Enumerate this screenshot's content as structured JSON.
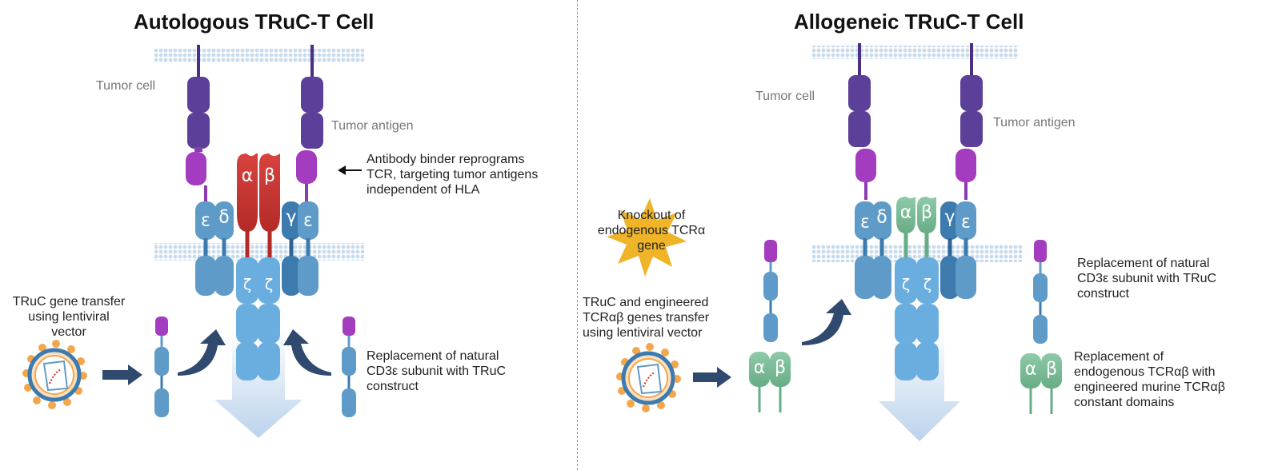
{
  "left_panel": {
    "title": "Autologous TRuC-T Cell",
    "tumor_cell_label": "Tumor cell",
    "tumor_antigen_label": "Tumor antigen",
    "binder_note": [
      "Antibody binder reprograms",
      "TCR, targeting tumor antigens",
      "independent of HLA"
    ],
    "gene_transfer_note": [
      "TRuC gene transfer",
      "using lentiviral",
      "vector"
    ],
    "replacement_note": [
      "Replacement of natural",
      "CD3ε subunit with TRuC",
      "construct"
    ],
    "glyphs": {
      "alpha": "α",
      "beta": "β",
      "epsilon": "ε",
      "delta": "δ",
      "gamma": "γ",
      "zeta": "ζ"
    }
  },
  "right_panel": {
    "title": "Allogeneic TRuC-T Cell",
    "tumor_cell_label": "Tumor cell",
    "tumor_antigen_label": "Tumor antigen",
    "knockout_note": [
      "Knockout of",
      "endogenous TCRα",
      "gene"
    ],
    "gene_transfer_note": [
      "TRuC and engineered",
      "TCRαβ genes transfer",
      "using lentiviral vector"
    ],
    "replacement_cd3_note": [
      "Replacement of natural",
      "CD3ε subunit with TRuC",
      "construct"
    ],
    "replacement_tcr_note": [
      "Replacement of",
      "endogenous TCRαβ with",
      "engineered murine TCRαβ",
      "constant domains"
    ],
    "glyphs": {
      "alpha": "α",
      "beta": "β",
      "epsilon": "ε",
      "delta": "δ",
      "gamma": "γ",
      "zeta": "ζ"
    }
  },
  "colors": {
    "tcr_red": "#c9302c",
    "tcr_green": "#7dbd9a",
    "cd3_blue": "#5f9bc8",
    "cd3_dark": "#3d7aae",
    "zeta_blue": "#6aaee0",
    "purple": "#5b3f98",
    "magenta": "#a43cc0",
    "virus_orange": "#f3a64e",
    "arrow_navy": "#2f4a6e",
    "membrane": "#c5d9ec"
  }
}
